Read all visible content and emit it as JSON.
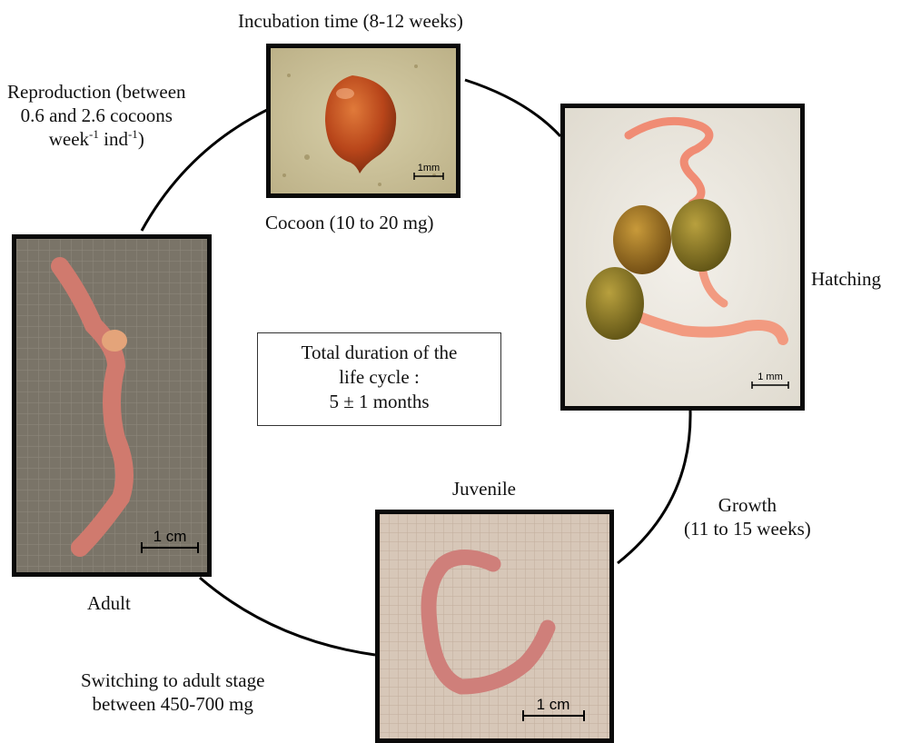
{
  "stages": {
    "incubation": "Incubation time (8-12 weeks)",
    "reproduction_line1": "Reproduction (between",
    "reproduction_line2": "0.6 and 2.6 cocoons",
    "reproduction_week": "week",
    "reproduction_sup1": "-1",
    "reproduction_ind": " ind",
    "reproduction_sup2": "-1",
    "reproduction_close": ")",
    "cocoon": "Cocoon (10 to 20 mg)",
    "hatching": "Hatching",
    "juvenile": "Juvenile",
    "growth_line1": "Growth",
    "growth_line2": "(11 to 15 weeks)",
    "adult": "Adult",
    "switching_line1": "Switching to adult stage",
    "switching_line2": "between 450-700 mg"
  },
  "center_box": {
    "line1": "Total duration of the",
    "line2": "life cycle :",
    "line3": "5 ± 1 months"
  },
  "scale_bars": {
    "cocoon": "1mm",
    "hatching": "1 mm",
    "adult": "1 cm",
    "juvenile": "1 cm"
  }
}
